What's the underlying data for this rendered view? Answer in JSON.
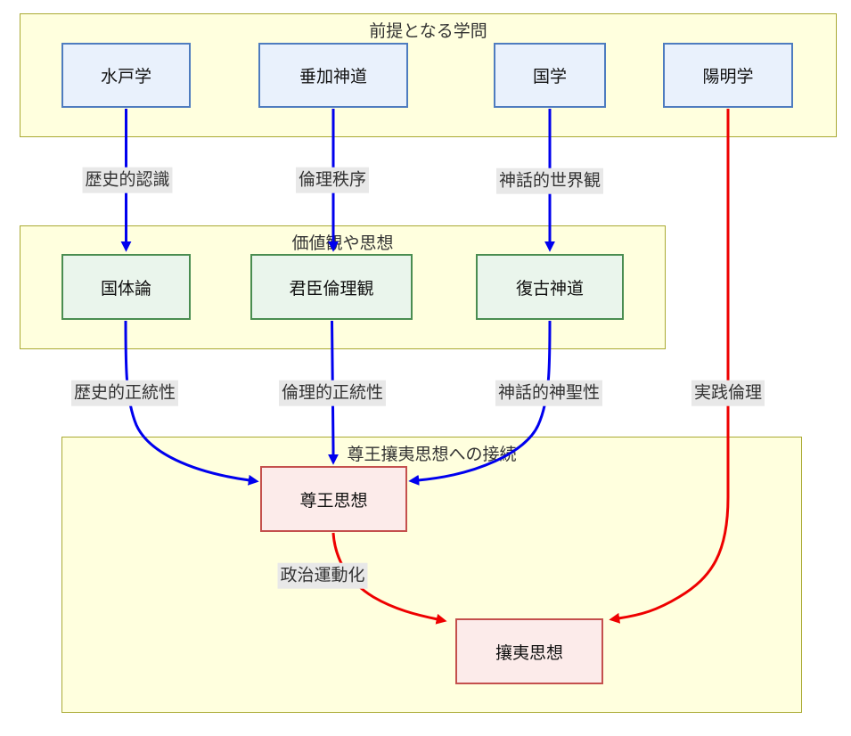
{
  "diagram_type": "flowchart",
  "clusters": {
    "prerequisites": {
      "title": "前提となる学問"
    },
    "values": {
      "title": "価値観や思想"
    },
    "connection": {
      "title": "尊王攘夷思想への接続"
    }
  },
  "nodes": {
    "mitogaku": {
      "label": "水戸学",
      "group": "prerequisites"
    },
    "suika_shinto": {
      "label": "垂加神道",
      "group": "prerequisites"
    },
    "kokugaku": {
      "label": "国学",
      "group": "prerequisites"
    },
    "yomeigaku": {
      "label": "陽明学",
      "group": "prerequisites"
    },
    "kokutairon": {
      "label": "国体論",
      "group": "values"
    },
    "kunshin_rinrikan": {
      "label": "君臣倫理観",
      "group": "values"
    },
    "fukko_shinto": {
      "label": "復古神道",
      "group": "values"
    },
    "sonno_shiso": {
      "label": "尊王思想",
      "group": "connection"
    },
    "joi_shiso": {
      "label": "攘夷思想",
      "group": "connection"
    }
  },
  "edges": {
    "mitogaku_to_kokutairon": {
      "label": "歴史的認識",
      "color_key": "edge_blue"
    },
    "suika_to_kunshin": {
      "label": "倫理秩序",
      "color_key": "edge_blue"
    },
    "kokugaku_to_fukko": {
      "label": "神話的世界観",
      "color_key": "edge_blue"
    },
    "kokutairon_to_sonno": {
      "label": "歴史的正統性",
      "color_key": "edge_blue"
    },
    "kunshin_to_sonno": {
      "label": "倫理的正統性",
      "color_key": "edge_blue"
    },
    "fukko_to_sonno": {
      "label": "神話的神聖性",
      "color_key": "edge_blue"
    },
    "yomeigaku_to_joi": {
      "label": "実践倫理",
      "color_key": "edge_red"
    },
    "sonno_to_joi": {
      "label": "政治運動化",
      "color_key": "edge_red"
    }
  },
  "colors": {
    "edge_blue": "#0000ee",
    "edge_red": "#ee0000",
    "cluster_fill": "#ffffde",
    "cluster_border": "#aaaa33",
    "blue_node_fill": "#e9f1fc",
    "blue_node_border": "#4e7cbf",
    "green_node_fill": "#eaf5ec",
    "green_node_border": "#4a8d51",
    "pink_node_fill": "#fcebea",
    "pink_node_border": "#c4504d",
    "edge_label_bg": "#e8e8e8",
    "text": "#333333"
  }
}
